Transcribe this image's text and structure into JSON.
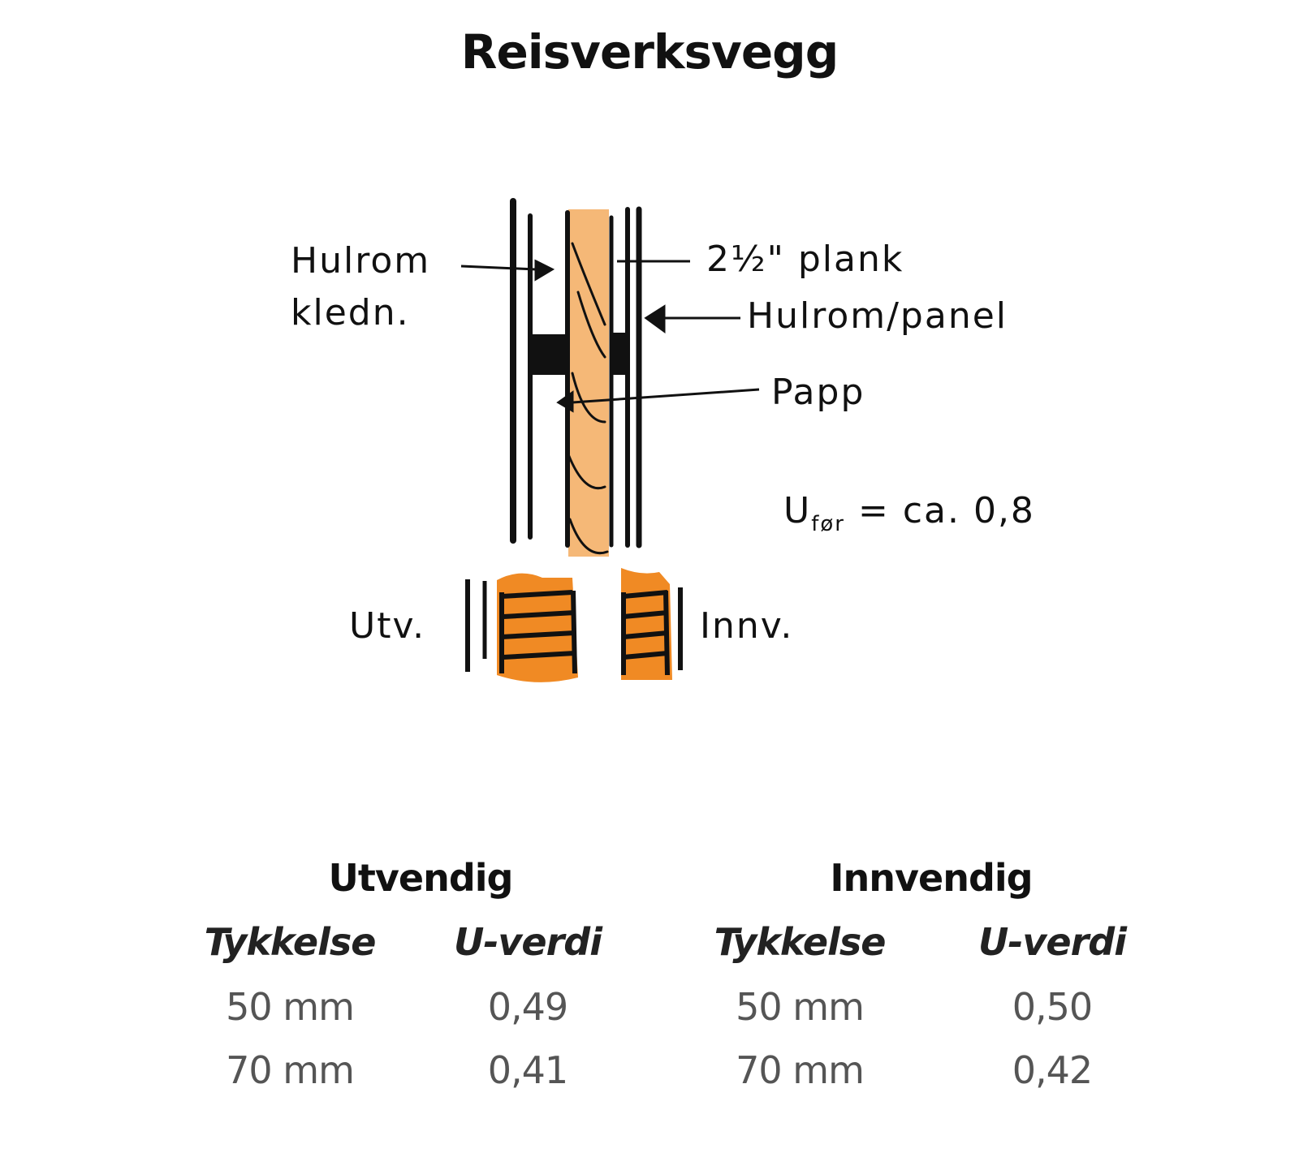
{
  "title": "Reisverksvegg",
  "diagram": {
    "labels": {
      "hulrom_kledn_1": "Hulrom",
      "hulrom_kledn_2": "kledn.",
      "plank": "2½\" plank",
      "hulrom_panel": "Hulrom/panel",
      "papp": "Papp",
      "u_symbol": "U",
      "u_subscript": "før",
      "u_value": "= ca. 0,8",
      "utv": "Utv.",
      "innv": "Innv."
    },
    "colors": {
      "plank": "#f5b877",
      "insulation": "#f08a24",
      "ink": "#111111"
    }
  },
  "tables": [
    {
      "heading": "Utvendig",
      "columns": [
        "Tykkelse",
        "U-verdi"
      ],
      "rows": [
        [
          "50 mm",
          "0,49"
        ],
        [
          "70 mm",
          "0,41"
        ]
      ]
    },
    {
      "heading": "Innvendig",
      "columns": [
        "Tykkelse",
        "U-verdi"
      ],
      "rows": [
        [
          "50 mm",
          "0,50"
        ],
        [
          "70 mm",
          "0,42"
        ]
      ]
    }
  ]
}
